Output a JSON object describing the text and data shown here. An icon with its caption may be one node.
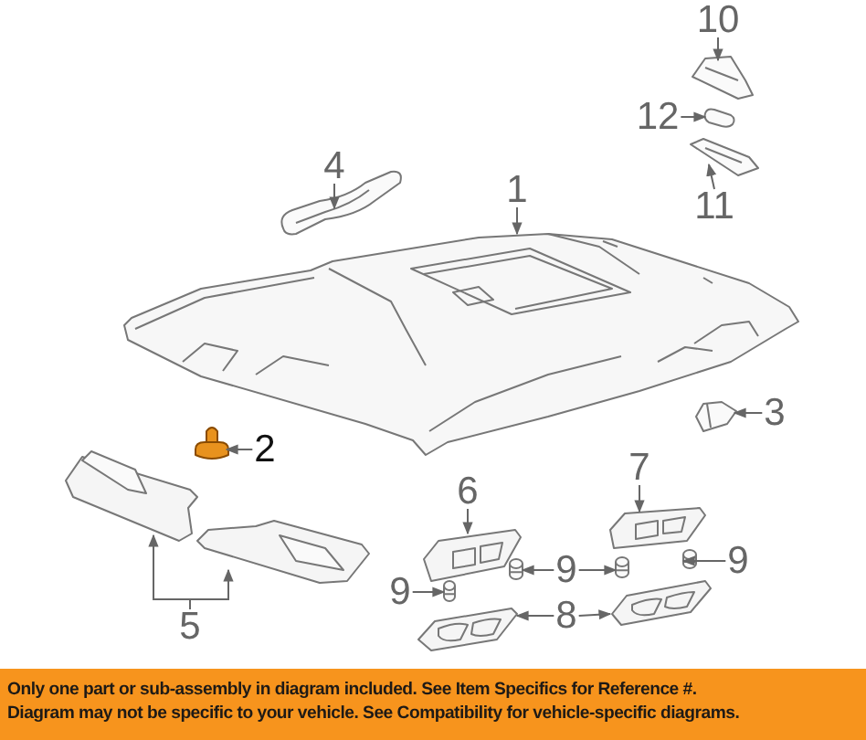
{
  "diagram": {
    "nodes": [
      {
        "text": [
          "10"
        ]
      },
      {
        "text": [
          "12"
        ]
      },
      {
        "text": [
          "4"
        ]
      },
      {
        "text": [
          "1"
        ]
      },
      {
        "text": [
          "11"
        ]
      },
      {
        "text": [
          "3"
        ]
      },
      {
        "text": [
          "2"
        ]
      },
      {
        "text": [
          "7"
        ]
      },
      {
        "text": [
          "6"
        ]
      },
      {
        "text": [
          "9"
        ]
      },
      {
        "text": [
          "9"
        ]
      },
      {
        "text": [
          "9"
        ]
      },
      {
        "text": [
          "8"
        ]
      },
      {
        "text": [
          "5"
        ]
      },
      {
        "text": [],
        "shape": "picture"
      },
      {
        "text": [],
        "shape": "picture"
      },
      {
        "text": [],
        "shape": "picture"
      },
      {
        "text": [],
        "shape": "picture"
      },
      {
        "text": [],
        "shape": "picture"
      },
      {
        "text": [],
        "shape": "picture"
      },
      {
        "text": [],
        "shape": "picture"
      },
      {
        "text": [],
        "shape": "picture"
      },
      {
        "text": [],
        "shape": "picture"
      },
      {
        "text": [],
        "shape": "picture"
      },
      {
        "text": [],
        "shape": "picture"
      },
      {
        "text": [],
        "shape": "cylinder"
      },
      {
        "text": [],
        "shape": "cylinder"
      },
      {
        "text": [],
        "shape": "cylinder"
      },
      {
        "text": [],
        "shape": "cylinder"
      },
      {
        "text": [],
        "shape": "picture"
      },
      {
        "text": [],
        "shape": "picture"
      }
    ],
    "edges": [
      {
        "from": 0,
        "to": 14,
        "arrow": "to"
      },
      {
        "from": 1,
        "to": 15,
        "arrow": "to"
      },
      {
        "from": 2,
        "to": 17,
        "arrow": "to"
      },
      {
        "from": 3,
        "to": 18,
        "arrow": "to"
      },
      {
        "from": 4,
        "to": 16,
        "arrow": "to"
      },
      {
        "from": 5,
        "to": 19,
        "arrow": "to"
      },
      {
        "from": 6,
        "to": 20,
        "arrow": "to"
      },
      {
        "from": 7,
        "to": 23,
        "arrow": "to"
      },
      {
        "from": 8,
        "to": 24,
        "arrow": "to"
      },
      {
        "from": 9,
        "to": 28,
        "arrow": "to"
      },
      {
        "from": 10,
        "to": 26,
        "arrow": "to"
      },
      {
        "from": 10,
        "to": 27,
        "arrow": "to"
      },
      {
        "from": 11,
        "to": 25,
        "arrow": "to"
      },
      {
        "from": 12,
        "to": 29,
        "arrow": "to"
      },
      {
        "from": 12,
        "to": 30,
        "arrow": "to"
      },
      {
        "from": 13,
        "to": 21,
        "arrow": "to"
      },
      {
        "from": 13,
        "to": 22,
        "arrow": "to"
      }
    ],
    "labels": [
      "Only one part or sub-assembly in diagram included. See Item Specifics for Reference #.",
      "Diagram may not be specific to your vehicle. See Compatibility for vehicle-specific diagrams."
    ]
  }
}
